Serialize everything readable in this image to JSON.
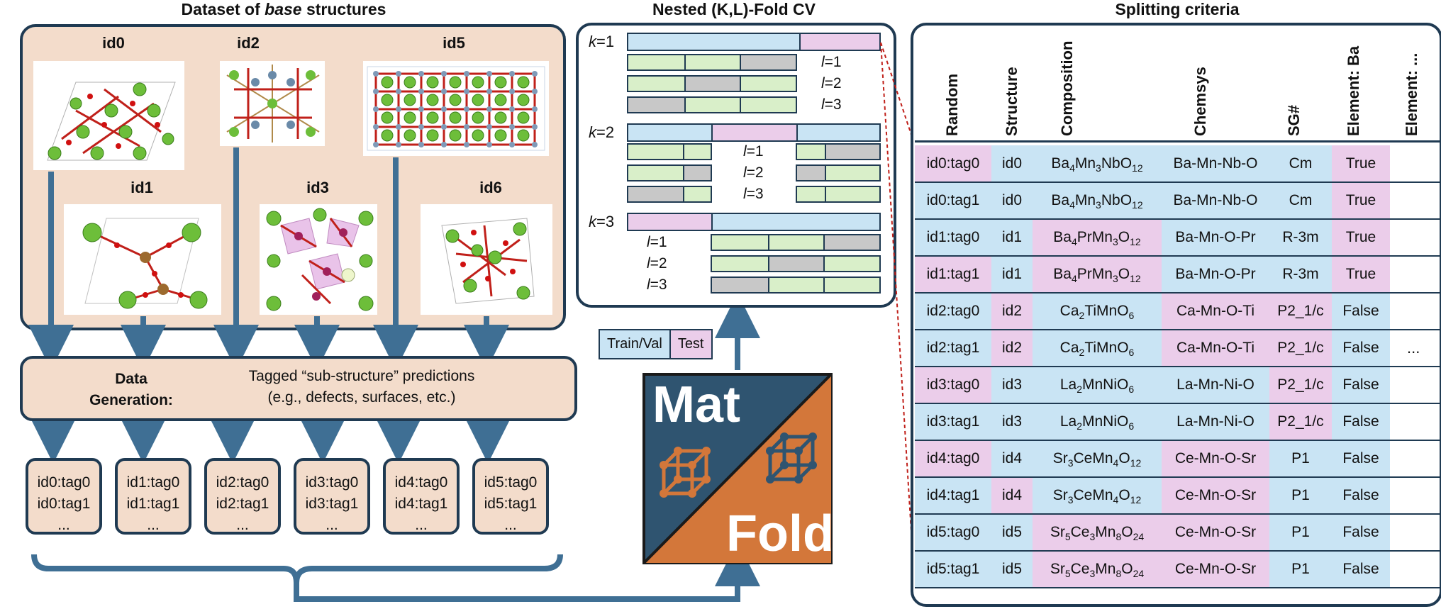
{
  "titles": {
    "dataset": [
      "Dataset of ",
      "base",
      " structures"
    ],
    "cv": "Nested (K,L)-Fold CV",
    "split": "Splitting criteria"
  },
  "structures": [
    {
      "id": "id0",
      "label": "id0"
    },
    {
      "id": "id2",
      "label": "id2"
    },
    {
      "id": "id5",
      "label": "id5"
    },
    {
      "id": "id1",
      "label": "id1"
    },
    {
      "id": "id3",
      "label": "id3"
    },
    {
      "id": "id6",
      "label": "id6"
    }
  ],
  "data_generation": {
    "label_line1": "Data",
    "label_line2": "Generation:",
    "desc_line1": "Tagged “sub-structure” predictions",
    "desc_line2": "(e.g., defects, surfaces, etc.)"
  },
  "tag_boxes": [
    {
      "line1": "id0:tag0",
      "line2": "id0:tag1",
      "more": "..."
    },
    {
      "line1": "id1:tag0",
      "line2": "id1:tag1",
      "more": "..."
    },
    {
      "line1": "id2:tag0",
      "line2": "id2:tag1",
      "more": "..."
    },
    {
      "line1": "id3:tag0",
      "line2": "id3:tag1",
      "more": "..."
    },
    {
      "line1": "id4:tag0",
      "line2": "id4:tag1",
      "more": "..."
    },
    {
      "line1": "id5:tag0",
      "line2": "id5:tag1",
      "more": "..."
    }
  ],
  "cv": {
    "k": [
      {
        "var": "k",
        "eq": "=1"
      },
      {
        "var": "k",
        "eq": "=2"
      },
      {
        "var": "k",
        "eq": "=3"
      }
    ],
    "l": [
      {
        "var": "l",
        "eq": "=1"
      },
      {
        "var": "l",
        "eq": "=2"
      },
      {
        "var": "l",
        "eq": "=3"
      }
    ]
  },
  "legend": {
    "train": "Train/Val",
    "test": "Test"
  },
  "logo": {
    "top": "Mat",
    "bottom": "Fold"
  },
  "colors": {
    "navy": "#1f3a52",
    "blue": "#c9e4f4",
    "pink": "#ebcdea",
    "green": "#d9efc9",
    "gray": "#c8c8c8",
    "tan": "#f3dccb",
    "orange": "#d3773a"
  },
  "table": {
    "columns": [
      "Random",
      "Structure",
      "Composition",
      "Chemsys",
      "SG#",
      "Element: Ba",
      "Element: ..."
    ],
    "ellipsis": "...",
    "rows": [
      {
        "random": "id0:tag0",
        "structure": "id0",
        "comp": [
          "Ba",
          "4",
          "Mn",
          "3",
          "NbO",
          "12"
        ],
        "chemsys": "Ba-Mn-Nb-O",
        "sg": "Cm",
        "el": "True"
      },
      {
        "random": "id0:tag1",
        "structure": "id0",
        "comp": [
          "Ba",
          "4",
          "Mn",
          "3",
          "NbO",
          "12"
        ],
        "chemsys": "Ba-Mn-Nb-O",
        "sg": "Cm",
        "el": "True"
      },
      {
        "random": "id1:tag0",
        "structure": "id1",
        "comp": [
          "Ba",
          "4",
          "PrMn",
          "3",
          "O",
          "12"
        ],
        "chemsys": "Ba-Mn-O-Pr",
        "sg": "R-3m",
        "el": "True"
      },
      {
        "random": "id1:tag1",
        "structure": "id1",
        "comp": [
          "Ba",
          "4",
          "PrMn",
          "3",
          "O",
          "12"
        ],
        "chemsys": "Ba-Mn-O-Pr",
        "sg": "R-3m",
        "el": "True"
      },
      {
        "random": "id2:tag0",
        "structure": "id2",
        "comp": [
          "Ca",
          "2",
          "TiMnO",
          "6"
        ],
        "chemsys": "Ca-Mn-O-Ti",
        "sg": "P2_1/c",
        "el": "False"
      },
      {
        "random": "id2:tag1",
        "structure": "id2",
        "comp": [
          "Ca",
          "2",
          "TiMnO",
          "6"
        ],
        "chemsys": "Ca-Mn-O-Ti",
        "sg": "P2_1/c",
        "el": "False"
      },
      {
        "random": "id3:tag0",
        "structure": "id3",
        "comp": [
          "La",
          "2",
          "MnNiO",
          "6"
        ],
        "chemsys": "La-Mn-Ni-O",
        "sg": "P2_1/c",
        "el": "False"
      },
      {
        "random": "id3:tag1",
        "structure": "id3",
        "comp": [
          "La",
          "2",
          "MnNiO",
          "6"
        ],
        "chemsys": "La-Mn-Ni-O",
        "sg": "P2_1/c",
        "el": "False"
      },
      {
        "random": "id4:tag0",
        "structure": "id4",
        "comp": [
          "Sr",
          "3",
          "CeMn",
          "4",
          "O",
          "12"
        ],
        "chemsys": "Ce-Mn-O-Sr",
        "sg": "P1",
        "el": "False"
      },
      {
        "random": "id4:tag1",
        "structure": "id4",
        "comp": [
          "Sr",
          "3",
          "CeMn",
          "4",
          "O",
          "12"
        ],
        "chemsys": "Ce-Mn-O-Sr",
        "sg": "P1",
        "el": "False"
      },
      {
        "random": "id5:tag0",
        "structure": "id5",
        "comp": [
          "Sr",
          "5",
          "Ce",
          "3",
          "Mn",
          "8",
          "O",
          "24"
        ],
        "chemsys": "Ce-Mn-O-Sr",
        "sg": "P1",
        "el": "False"
      },
      {
        "random": "id5:tag1",
        "structure": "id5",
        "comp": [
          "Sr",
          "5",
          "Ce",
          "3",
          "Mn",
          "8",
          "O",
          "24"
        ],
        "chemsys": "Ce-Mn-O-Sr",
        "sg": "P1",
        "el": "False"
      }
    ]
  }
}
